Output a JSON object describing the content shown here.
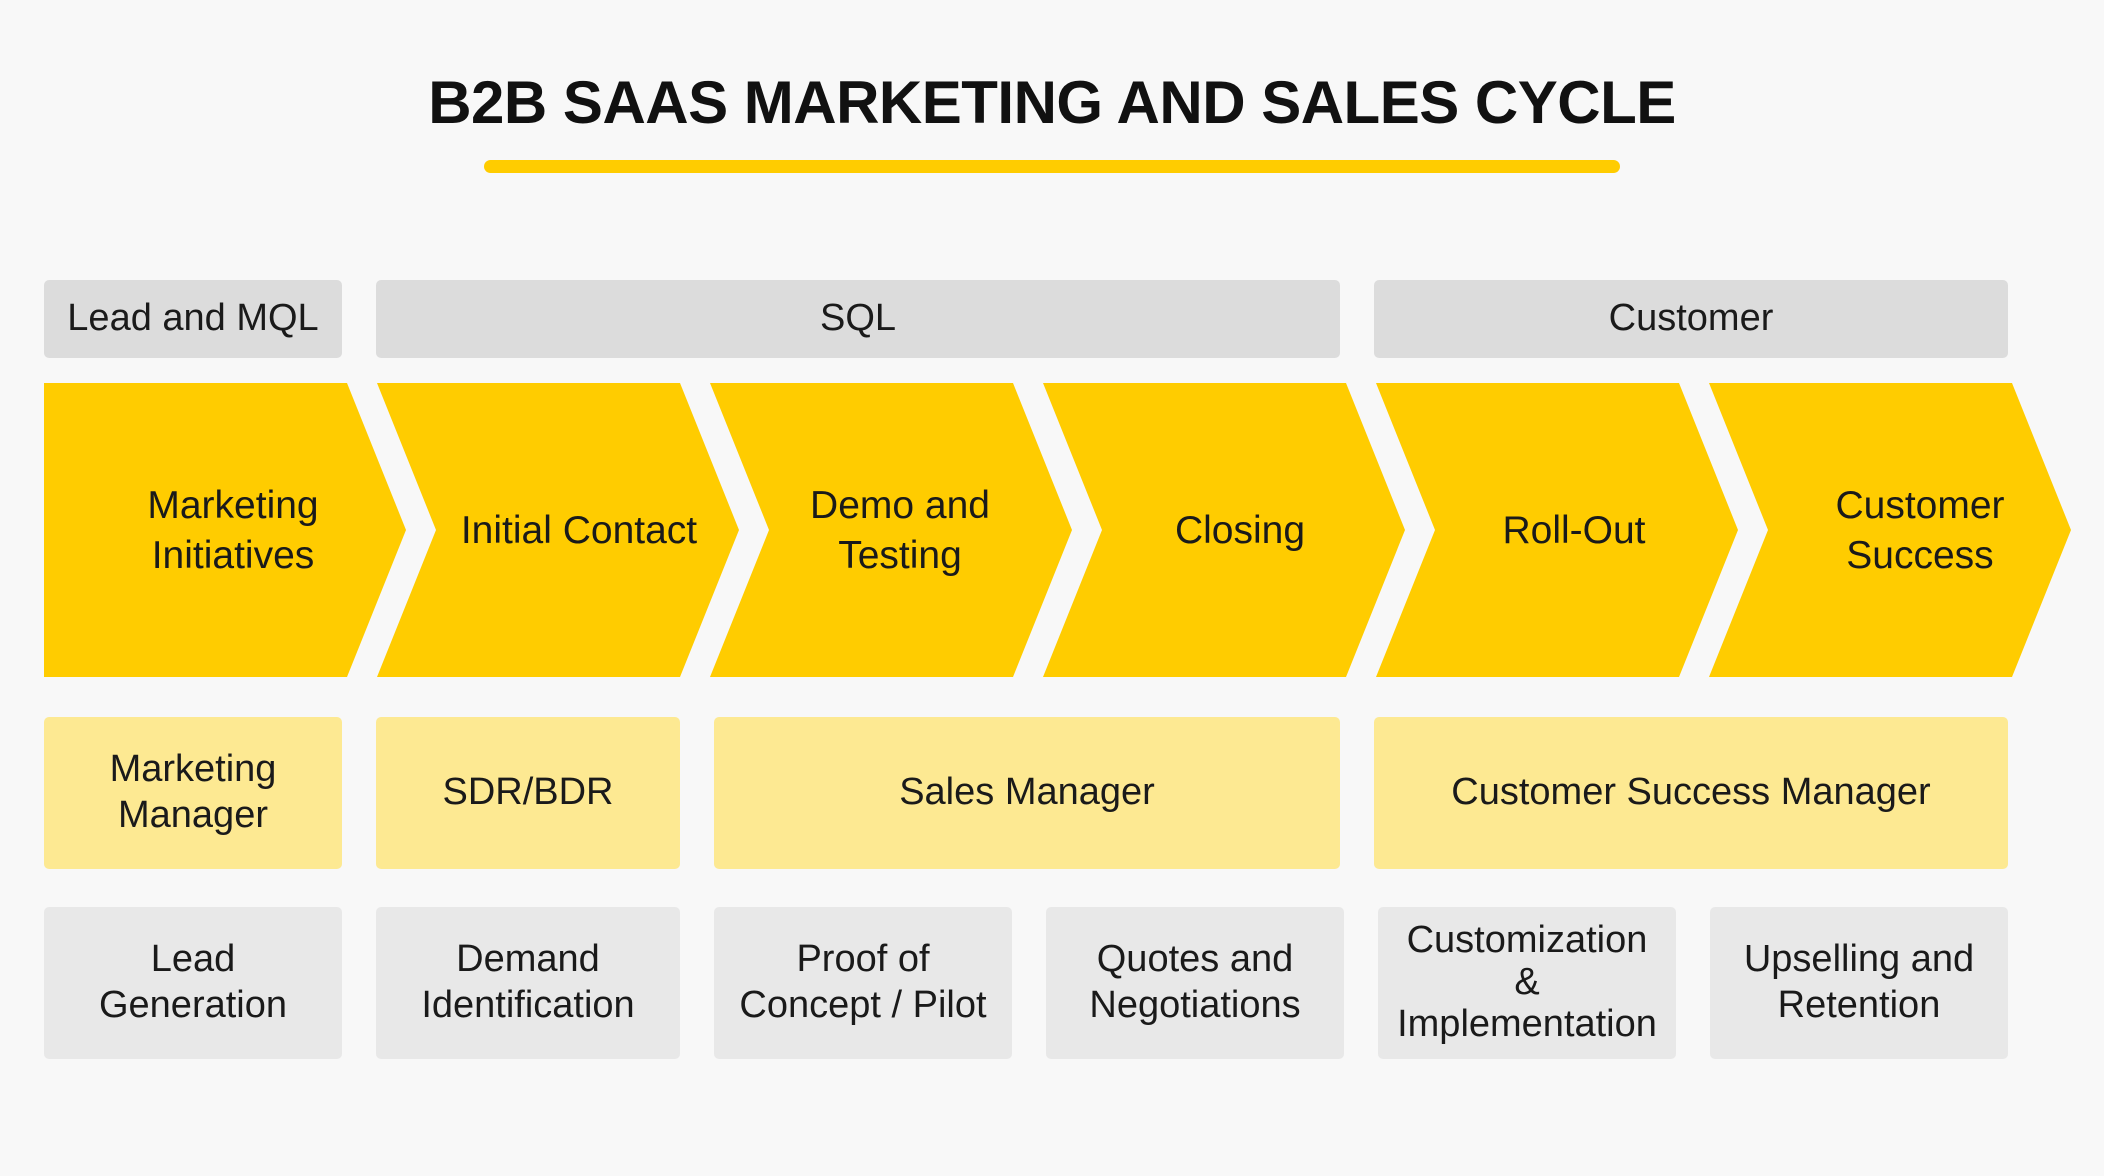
{
  "title": "B2B SAAS MARKETING AND SALES CYCLE",
  "colors": {
    "accent": "#ffcc00",
    "role_bg": "#fde992",
    "stage_bg": "#dcdcdc",
    "task_bg": "#e8e8e8"
  },
  "stages": [
    {
      "label": "Lead and MQL"
    },
    {
      "label": "SQL"
    },
    {
      "label": "Customer"
    }
  ],
  "steps": [
    {
      "label": "Marketing\nInitiatives"
    },
    {
      "label": "Initial Contact"
    },
    {
      "label": "Demo and\nTesting"
    },
    {
      "label": "Closing"
    },
    {
      "label": "Roll-Out"
    },
    {
      "label": "Customer\nSuccess"
    }
  ],
  "roles": [
    {
      "label": "Marketing\nManager"
    },
    {
      "label": "SDR/BDR"
    },
    {
      "label": "Sales Manager"
    },
    {
      "label": "Customer Success Manager"
    }
  ],
  "tasks": [
    {
      "label": "Lead\nGeneration"
    },
    {
      "label": "Demand\nIdentification"
    },
    {
      "label": "Proof of\nConcept / Pilot"
    },
    {
      "label": "Quotes and\nNegotiations"
    },
    {
      "label": "Customization\n&\nImplementation"
    },
    {
      "label": "Upselling and\nRetention"
    }
  ]
}
